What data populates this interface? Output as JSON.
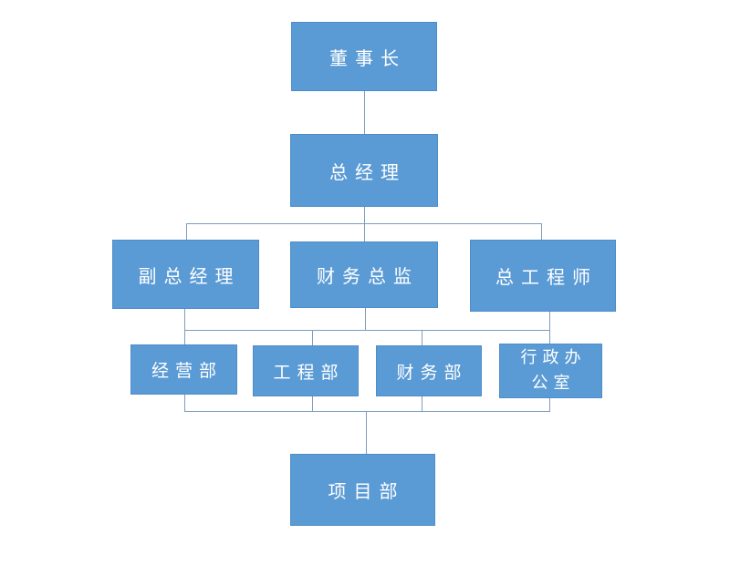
{
  "diagram": {
    "type": "org-chart",
    "background_color": "#FFFFFF",
    "node_fill_color": "#5B9BD5",
    "node_border_color": "#4E8CC9",
    "node_text_color": "#FFFFFF",
    "connector_color": "#7E9DBB",
    "nodes": {
      "chairman": "董事长",
      "general_manager": "总经理",
      "deputy_general_manager": "副总经理",
      "finance_director": "财务总监",
      "chief_engineer": "总工程师",
      "operations_dept": "经营部",
      "engineering_dept": "工程部",
      "finance_dept": "财务部",
      "admin_office": "行政办公室",
      "project_dept": "项目部"
    },
    "levels": [
      [
        "董事长"
      ],
      [
        "总经理"
      ],
      [
        "副总经理",
        "财务总监",
        "总工程师"
      ],
      [
        "经营部",
        "工程部",
        "财务部",
        "行政办公室"
      ],
      [
        "项目部"
      ]
    ]
  }
}
